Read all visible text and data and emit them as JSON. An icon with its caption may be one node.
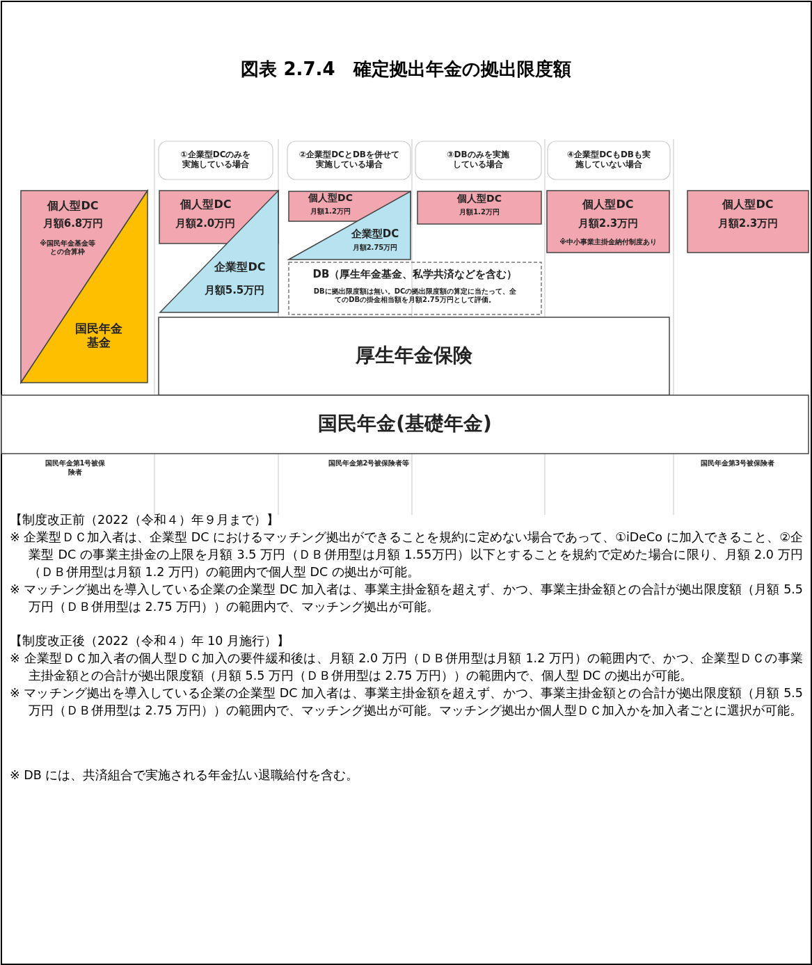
{
  "diagram": {
    "title": "図表 2.7.4　確定拠出年金の拠出限度額",
    "nodes": [
      {
        "text": [
          "①企業型DCのみを実施している場合"
        ]
      },
      {
        "text": [
          "②企業型DCとDBを併せて実施している場合"
        ]
      },
      {
        "text": [
          "③DBのみを実施している場合"
        ]
      },
      {
        "text": [
          "④企業型DCもDBも実施していない場合"
        ]
      },
      {
        "text": [
          "個人型DC",
          "月額6.8万円",
          "※国民年金基金等との合算枠"
        ]
      },
      {
        "text": [
          "国民年金基金"
        ]
      },
      {
        "text": [
          "個人型DC",
          "月額2.0万円"
        ]
      },
      {
        "text": [
          "企業型DC",
          "月額5.5万円"
        ]
      },
      {
        "text": [
          "個人型DC",
          "月額1.2万円"
        ]
      },
      {
        "text": [
          "企業型DC",
          "月額2.75万円"
        ]
      },
      {
        "text": [
          "DB（厚生年金基金、私学共済などを含む）",
          "DBに拠出限度額は無い。DCの拠出限度額の算定に当たって、全てのDBの掛金相当額を月額2.75万円として評価。"
        ]
      },
      {
        "text": [
          "個人型DC",
          "月額1.2万円"
        ]
      },
      {
        "text": [
          "個人型DC",
          "月額2.3万円",
          "※中小事業主掛金納付制度あり"
        ]
      },
      {
        "text": [
          "個人型DC",
          "月額2.3万円"
        ]
      },
      {
        "text": [
          "厚生年金保険"
        ]
      },
      {
        "text": [
          "国民年金(基礎年金)"
        ]
      }
    ],
    "labels": [
      "国民年金第1号被保険者",
      "国民年金第2号被保険者等",
      "国民年金第3号被保険者",
      "【制度改正前（2022（令和４）年９月まで）】",
      "※ 企業型ＤＣ加入者は、企業型 DC におけるマッチング拠出ができることを規約に定めない場合であって、①iDeCo に加入できること、②企業型 DC の事業主掛金の上限を月額 3.5 万円（ＤＢ併用型は月額 1.55万円）以下とすることを規約で定めた場合に限り、月額 2.0 万円（ＤＢ併用型は月額 1.2 万円）の範囲内で個人型 DC の拠出が可能。",
      "※ マッチング拠出を導入している企業の企業型 DC 加入者は、事業主掛金額を超えず、かつ、事業主掛金額との合計が拠出限度額（月額 5.5 万円（ＤＢ併用型は 2.75 万円））の範囲内で、マッチング拠出が可能。",
      "【制度改正後（2022（令和４）年 10 月施行）】",
      "※ 企業型ＤＣ加入者の個人型ＤＣ加入の要件緩和後は、月額 2.0 万円（ＤＢ併用型は月額 1.2 万円）の範囲内で、かつ、企業型ＤＣの事業主掛金額との合計が拠出限度額（月額 5.5 万円（ＤＢ併用型は 2.75 万円））の範囲内で、個人型 DC の拠出が可能。",
      "※ マッチング拠出を導入している企業の企業型 DC 加入者は、事業主掛金額を超えず、かつ、事業主掛金額との合計が拠出限度額（月額 5.5 万円（ＤＢ併用型は 2.75 万円））の範囲内で、マッチング拠出が可能。マッチング拠出か個人型ＤＣ加入かを加入者ごとに選択が可能。",
      "※ DB には、共済組合で実施される年金払い退職給付を含む。"
    ]
  }
}
